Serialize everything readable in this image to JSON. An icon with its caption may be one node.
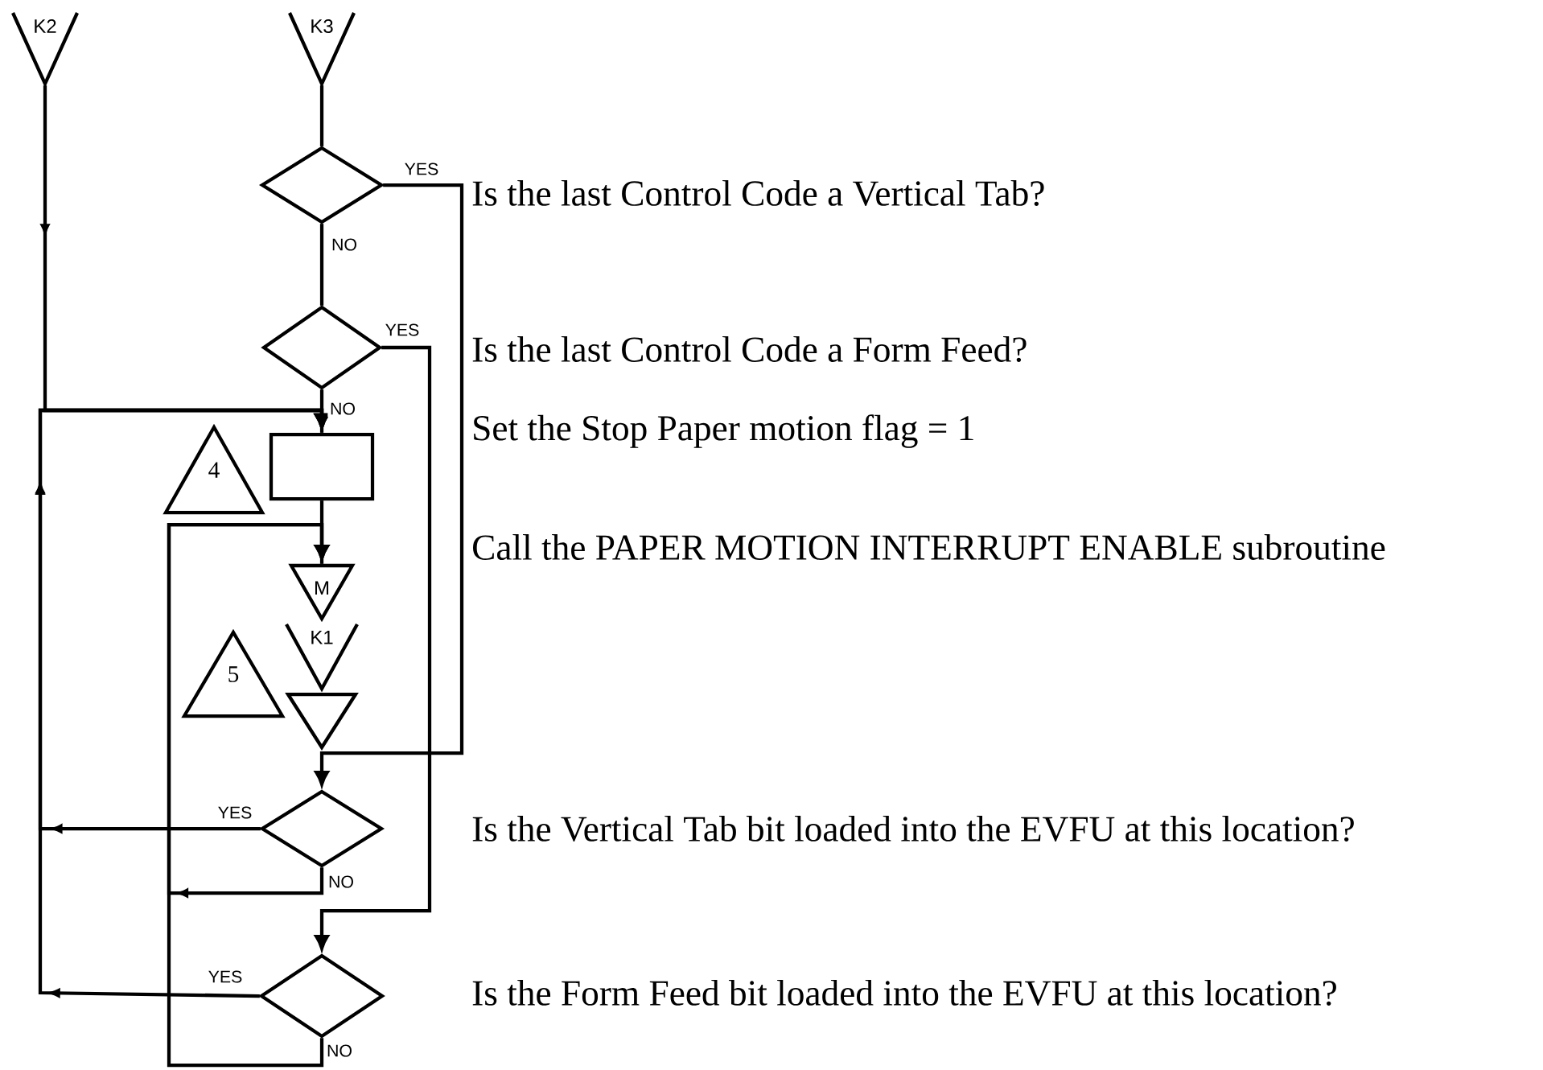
{
  "diagram": {
    "nodes": [
      {
        "text": [
          "K2"
        ]
      },
      {
        "text": [
          "K3"
        ]
      },
      {
        "text": [],
        "shape": "diamond",
        "beside": [
          "Is the last Control Code a Vertical Tab?"
        ]
      },
      {
        "text": [],
        "shape": "diamond",
        "beside": [
          "Is the last Control Code a Form Feed?"
        ]
      },
      {
        "text": [],
        "shape": "box",
        "beside": [
          "Set the Stop Paper motion flag = 1"
        ]
      },
      {
        "text": [
          "M"
        ],
        "beside": [
          "Call the PAPER MOTION INTERRUPT ENABLE subroutine"
        ]
      },
      {
        "text": [
          "K1"
        ]
      },
      {
        "text": [],
        "shape": "triangle"
      },
      {
        "text": [],
        "shape": "diamond",
        "beside": [
          "Is the Vertical Tab bit loaded into the EVFU at this location?"
        ]
      },
      {
        "text": [],
        "shape": "diamond",
        "beside": [
          "Is the Form Feed bit loaded into the EVFU at this location?"
        ]
      },
      {
        "text": [
          "4"
        ]
      },
      {
        "text": [
          "5"
        ]
      }
    ],
    "edges": [
      {
        "from": 0,
        "to": 4,
        "arrow": "to"
      },
      {
        "from": 1,
        "to": 2,
        "arrow": "none"
      },
      {
        "from": 2,
        "to": 3,
        "arrow": "none",
        "label": "NO"
      },
      {
        "from": 3,
        "to": 4,
        "arrow": "none",
        "label": "NO"
      },
      {
        "from": 2,
        "to": 8,
        "arrow": "to",
        "label": "YES"
      },
      {
        "from": 3,
        "to": 9,
        "arrow": "to",
        "label": "YES"
      },
      {
        "from": 4,
        "to": 5,
        "arrow": "none"
      },
      {
        "from": 8,
        "to": 4,
        "arrow": "to",
        "label": "YES"
      },
      {
        "from": 8,
        "to": 5,
        "arrow": "to",
        "label": "NO"
      },
      {
        "from": 9,
        "to": 4,
        "arrow": "to",
        "label": "YES"
      },
      {
        "from": 9,
        "to": 5,
        "arrow": "to",
        "label": "NO"
      }
    ]
  }
}
